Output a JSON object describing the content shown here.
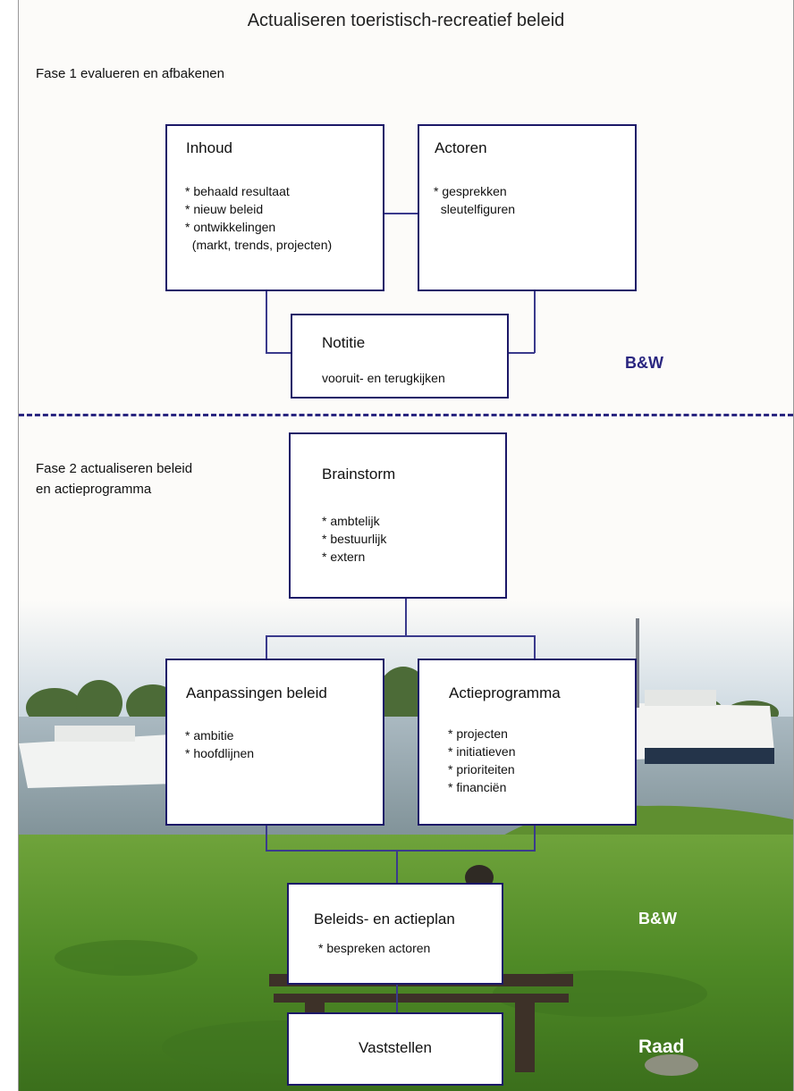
{
  "title": "Actualiseren toeristisch-recreatief beleid",
  "phase1": "Fase 1 evalueren en afbakenen",
  "phase2": "Fase 2 actualiseren beleid\nen actieprogramma",
  "boxes": {
    "inhoud": {
      "title": "Inhoud",
      "items": "* behaald resultaat\n* nieuw beleid\n* ontwikkelingen\n  (markt, trends, projecten)"
    },
    "actoren": {
      "title": "Actoren",
      "items": "* gesprekken\n  sleutelfiguren"
    },
    "notitie": {
      "title": "Notitie",
      "items": "vooruit- en terugkijken"
    },
    "brainstorm": {
      "title": "Brainstorm",
      "items": "* ambtelijk\n* bestuurlijk\n* extern"
    },
    "aanpassingen": {
      "title": "Aanpassingen beleid",
      "items": "* ambitie\n* hoofdlijnen"
    },
    "actieprogramma": {
      "title": "Actieprogramma",
      "items": "* projecten\n* initiatieven\n* prioriteiten\n* financiën"
    },
    "plan": {
      "title": "Beleids- en actieplan",
      "items": "* bespreken actoren"
    },
    "vaststellen": {
      "title": "Vaststellen"
    }
  },
  "labels": {
    "bw1": "B&W",
    "bw2": "B&W",
    "raad": "Raad"
  },
  "colors": {
    "box_border": "#1c1868",
    "dash": "#2a2680",
    "bw_upper": "#2a2680",
    "tag_lower": "#ffffff"
  }
}
